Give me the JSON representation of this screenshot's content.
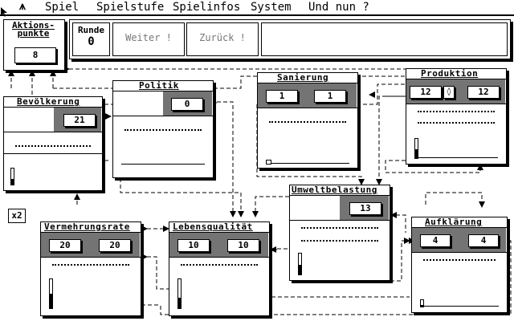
{
  "menubar": {
    "logo": "⩚",
    "items": [
      "Spiel",
      "Spielstufe",
      "Spielinfos",
      "System",
      "Und nun ?"
    ]
  },
  "toolbar": {
    "aktionspunkte_line1": "Aktions-",
    "aktionspunkte_line2": "punkte",
    "aktionspunkte_value": "8",
    "runde_label": "Runde",
    "runde_value": "0",
    "weiter_label": "Weiter !",
    "zurueck_label": "Zurück !",
    "message": ""
  },
  "multiplier_label": "x2",
  "windows": {
    "bevoelkerung": {
      "title": "Bevölkerung",
      "value": "21",
      "level": 0.35
    },
    "politik": {
      "title": "Politik",
      "value": "0"
    },
    "sanierung": {
      "title": "Sanierung",
      "value_left": "1",
      "value_right": "1",
      "level": 0.05
    },
    "produktion": {
      "title": "Produktion",
      "value_left": "12",
      "value_right": "12",
      "level": 0.45
    },
    "umweltbelastung": {
      "title": "Umweltbelastung",
      "value": "13",
      "level": 0.45
    },
    "vermehrungsrate": {
      "title": "Vermehrungsrate",
      "value_left": "20",
      "value_right": "20",
      "level": 0.5
    },
    "lebensqualitaet": {
      "title": "Lebensqualität",
      "value_left": "10",
      "value_right": "10",
      "level": 0.35
    },
    "aufklaerung": {
      "title": "Aufklärung",
      "value_left": "4",
      "value_right": "4",
      "level": 0.2
    }
  },
  "colors": {
    "ink": "#000000",
    "paper": "#ffffff",
    "disabled_text": "#777777"
  }
}
